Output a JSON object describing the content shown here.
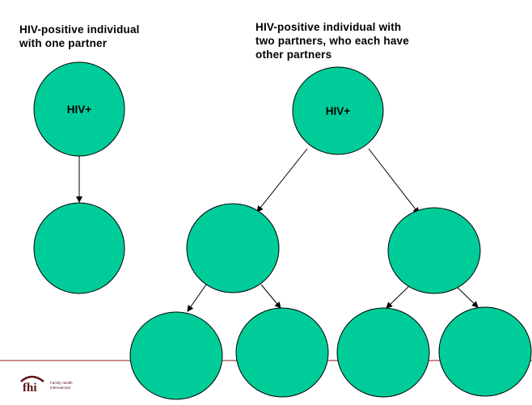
{
  "headings": {
    "left": "HIV-positive individual\nwith one partner",
    "right": "HIV-positive individual with\ntwo partners, who each have\nother partners"
  },
  "nodes": {
    "left_root_label": "HIV+",
    "right_root_label": "HIV+"
  },
  "logo": {
    "mark": "fhi",
    "text_line1": "Family Health",
    "text_line2": "International"
  },
  "colors": {
    "node_fill": "#00CC99",
    "node_stroke": "#000000",
    "footer_line": "#8B1A1A",
    "logo": "#5C1010"
  }
}
